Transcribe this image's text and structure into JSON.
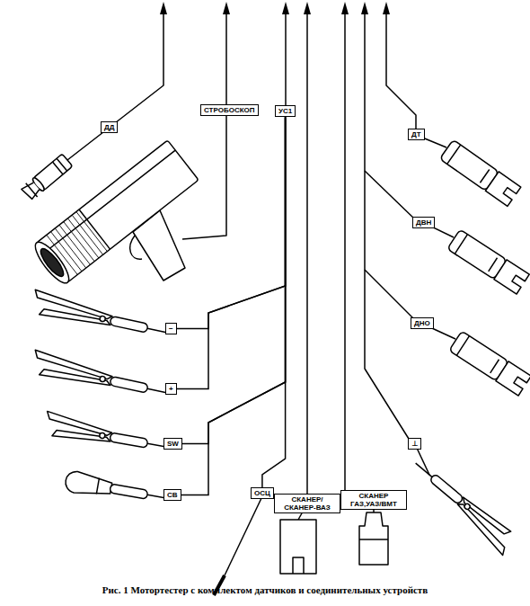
{
  "diagram": {
    "caption": "Рис. 1 Мотортестер с комплектом датчиков и соединительных устройств",
    "nodes": [
      {
        "text": [
          "ДД"
        ]
      },
      {
        "text": [
          "СТРОБОСКОП"
        ]
      },
      {
        "text": [
          "УС1"
        ]
      },
      {
        "text": [
          "ДТ"
        ]
      },
      {
        "text": [
          "ДВН"
        ]
      },
      {
        "text": [
          "ДНО"
        ]
      },
      {
        "text": [
          "−"
        ]
      },
      {
        "text": [
          "+"
        ]
      },
      {
        "text": [
          "SW"
        ]
      },
      {
        "text": [
          "⊥"
        ]
      },
      {
        "text": [
          "СВ"
        ]
      },
      {
        "text": [
          "ОСЦ"
        ]
      },
      {
        "text": [
          "СКАНЕР/ СКАНЕР-ВАЗ"
        ]
      },
      {
        "text": [
          "СКАНЕР ГАЗ,УАЗ/ВМТ"
        ]
      }
    ],
    "edges": [
      {
        "from": 6,
        "to": 2,
        "arrow": "none"
      },
      {
        "from": 7,
        "to": 2,
        "arrow": "none"
      },
      {
        "from": 8,
        "to": 2,
        "arrow": "none"
      },
      {
        "from": 10,
        "to": 2,
        "arrow": "none"
      },
      {
        "from": 11,
        "to": 2,
        "arrow": "none"
      }
    ]
  }
}
